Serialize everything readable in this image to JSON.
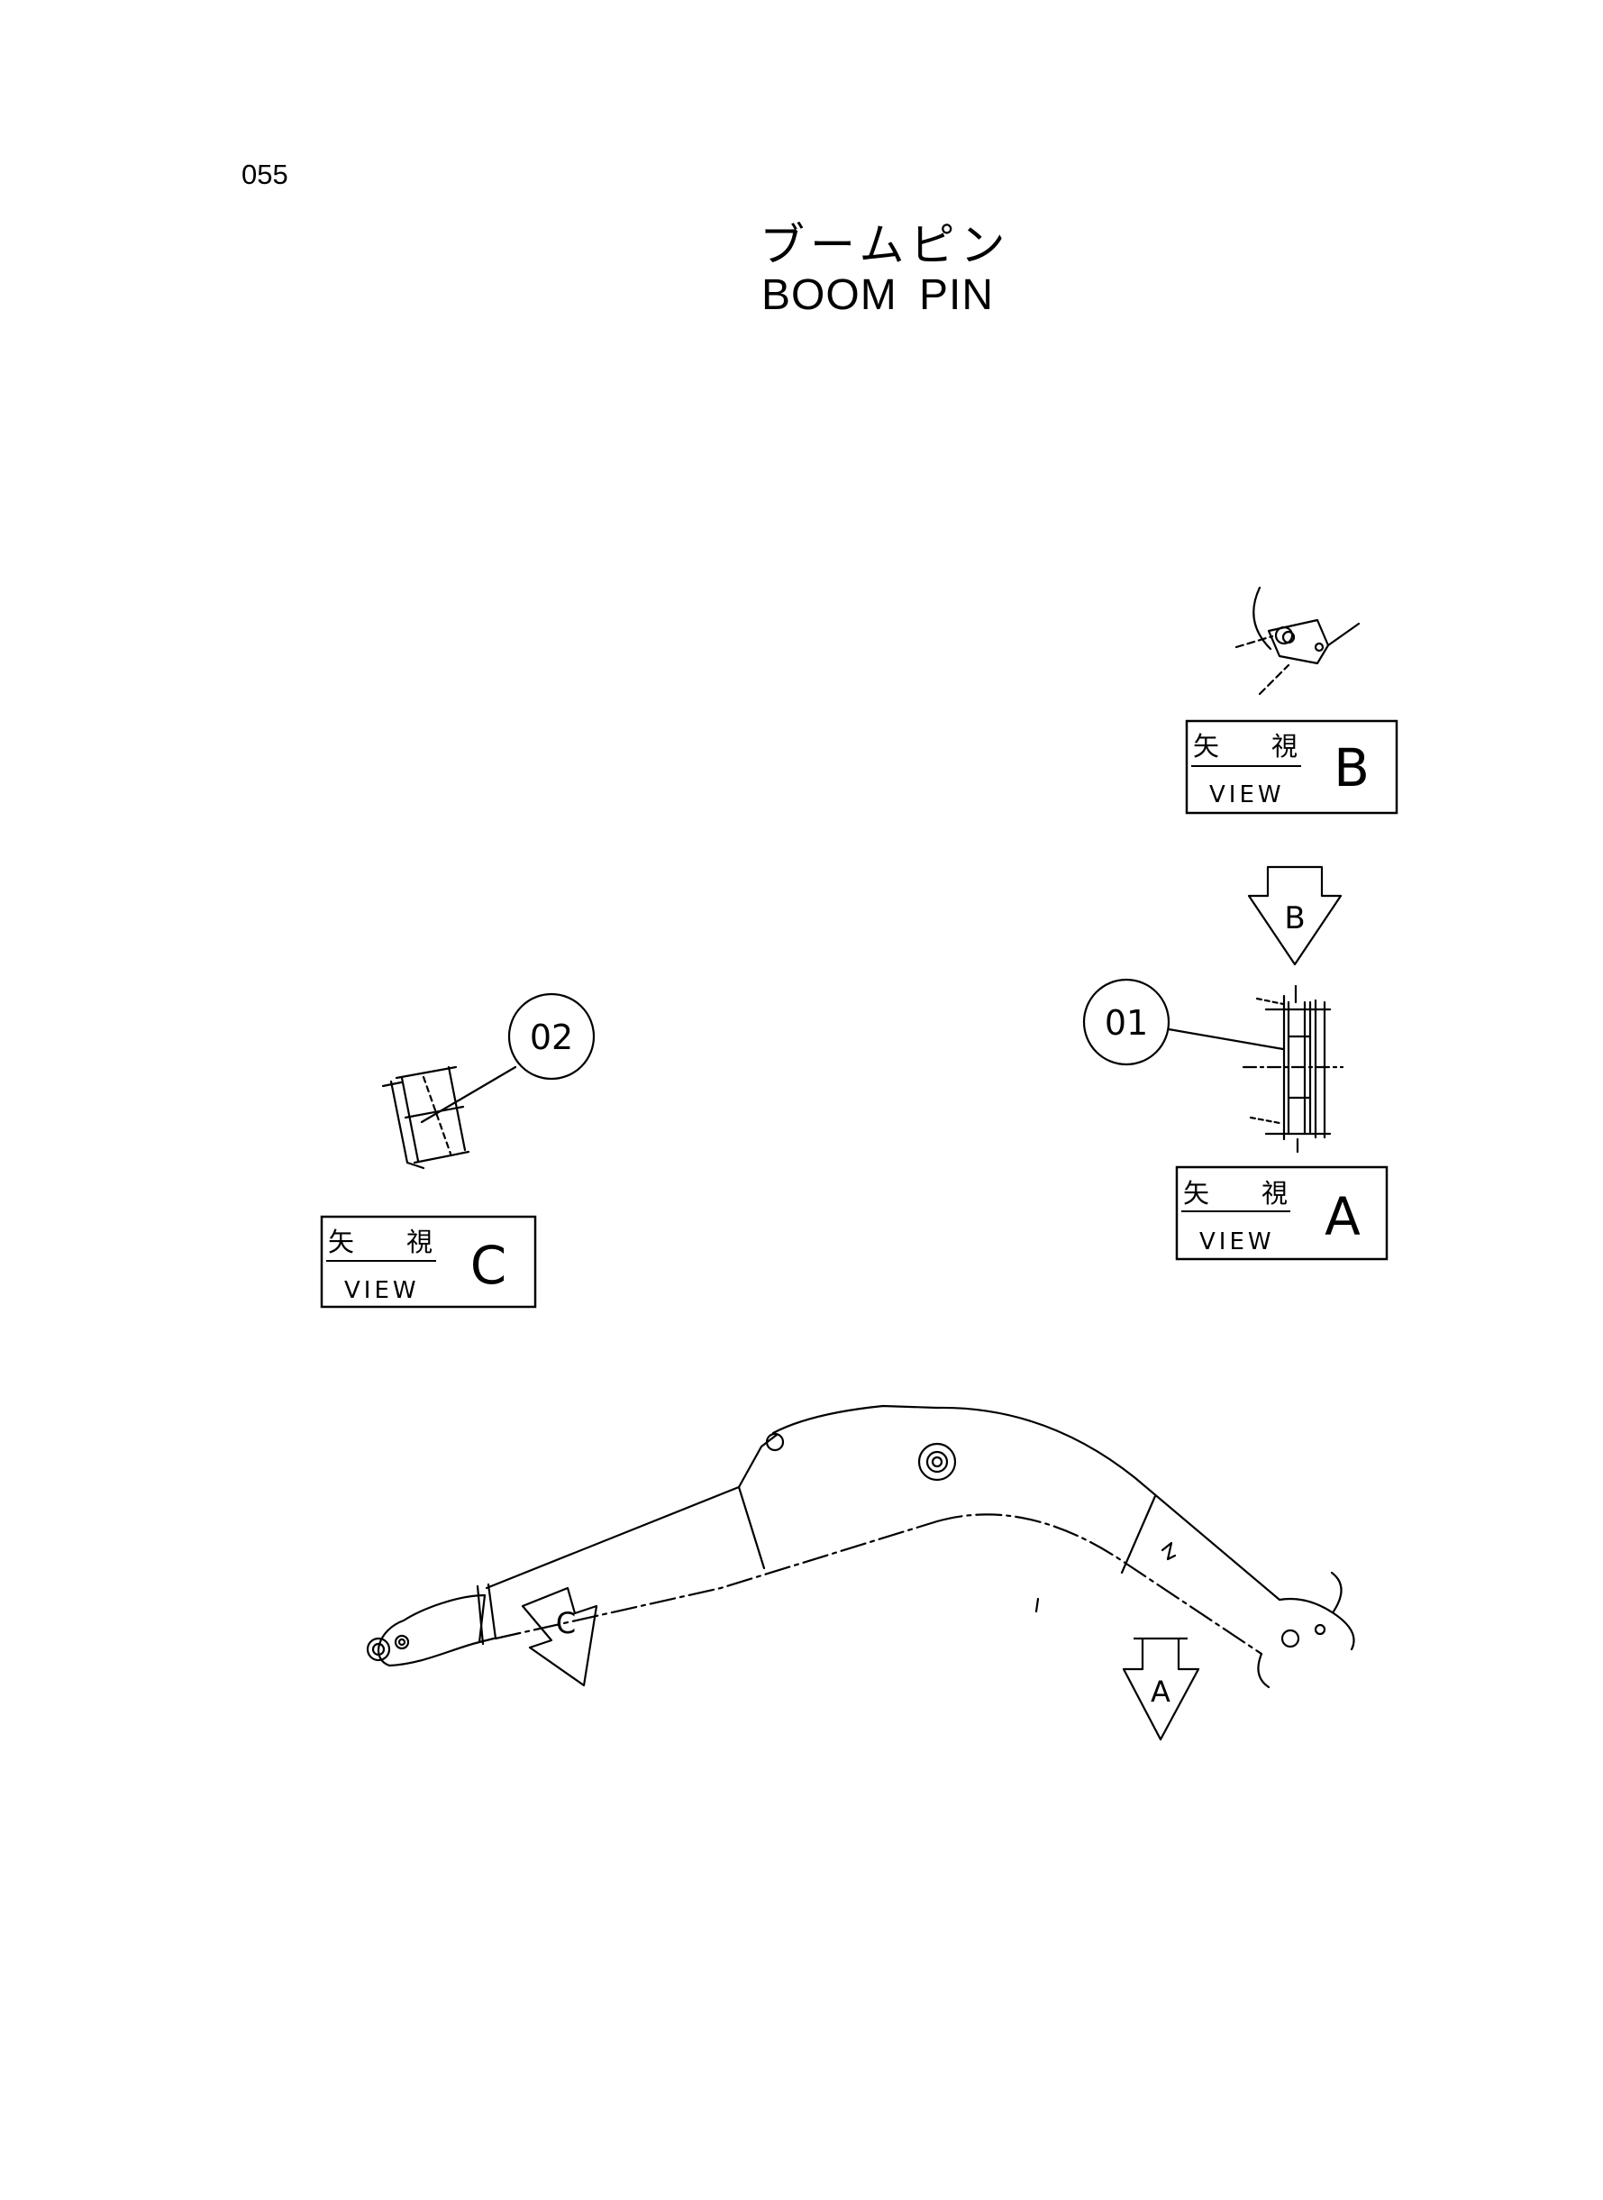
{
  "page_number": "055",
  "title_jp": "ブームピン",
  "title_en": "BOOM PIN",
  "view_labels": [
    {
      "jp": "矢　　視",
      "en": "VIEW",
      "letter": "B"
    },
    {
      "jp": "矢　　視",
      "en": "VIEW",
      "letter": "A"
    },
    {
      "jp": "矢　　視",
      "en": "VIEW",
      "letter": "C"
    }
  ],
  "callouts": [
    "01",
    "02"
  ],
  "direction_arrows": [
    "B",
    "C",
    "A"
  ]
}
